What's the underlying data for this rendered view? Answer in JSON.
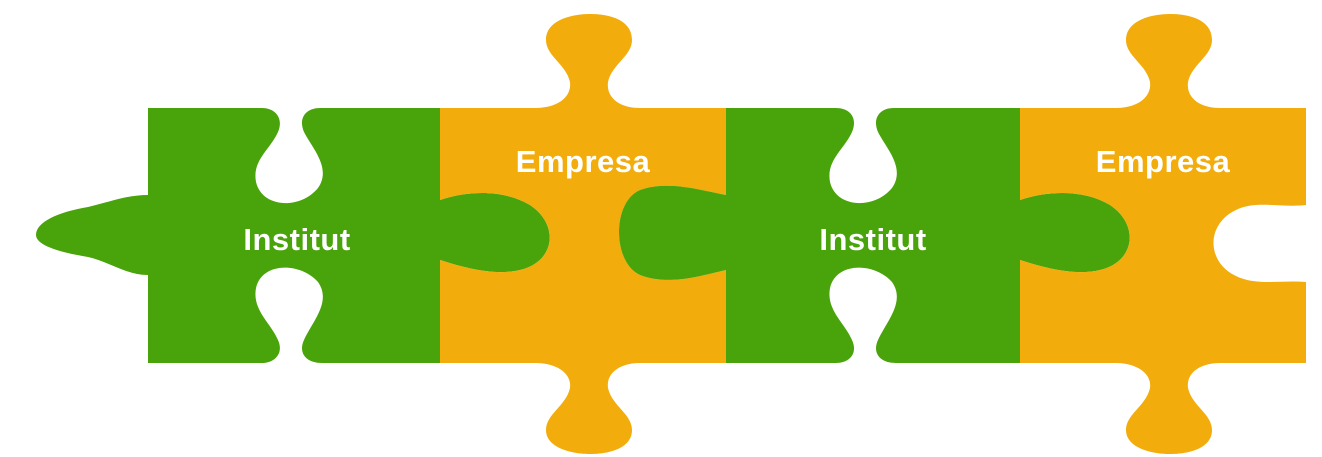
{
  "colors": {
    "green": "#49A30A",
    "orange": "#F2AC0C",
    "background": "#FFFFFF",
    "label": "#FFFFFF"
  },
  "pieces": [
    {
      "label": "Institut",
      "color": "green"
    },
    {
      "label": "Empresa",
      "color": "orange"
    },
    {
      "label": "Institut",
      "color": "green"
    },
    {
      "label": "Empresa",
      "color": "orange"
    }
  ]
}
